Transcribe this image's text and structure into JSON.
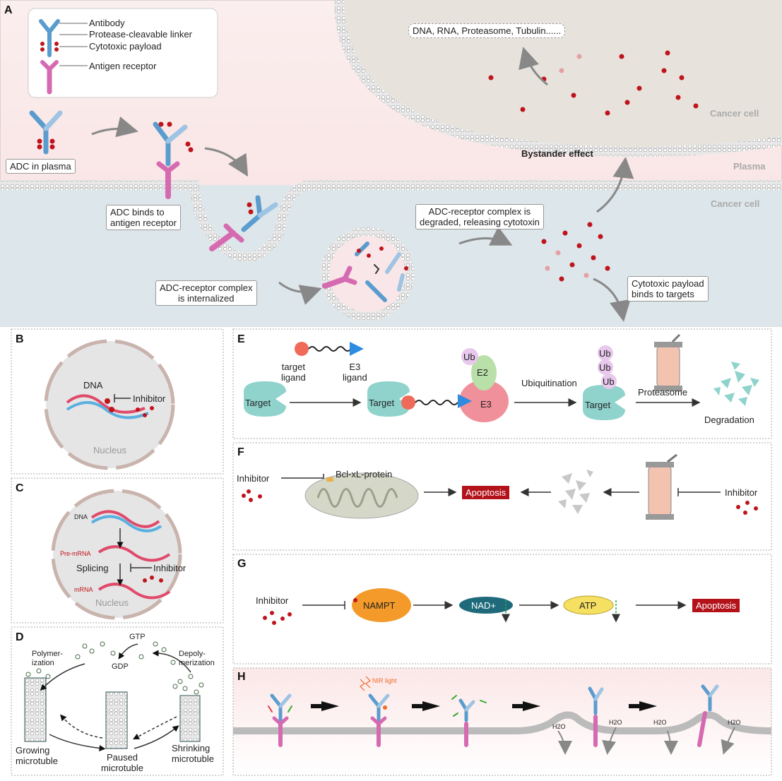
{
  "panels": {
    "A": "A",
    "B": "B",
    "C": "C",
    "D": "D",
    "E": "E",
    "F": "F",
    "G": "G",
    "H": "H"
  },
  "legend": {
    "antibody": "Antibody",
    "linker": "Protease-cleavable linker",
    "payload": "Cytotoxic payload",
    "receptor": "Antigen receptor"
  },
  "panelA": {
    "targets": "DNA, RNA, Proteasome, Tubulin......",
    "cancer_cell_top": "Cancer cell",
    "bystander": "Bystander effect",
    "plasma": "Plasma",
    "cancer_cell_mid": "Cancer cell",
    "adc_in_plasma": "ADC in plasma",
    "adc_binds_1": "ADC binds to",
    "adc_binds_2": "antigen receptor",
    "degraded_1": "ADC-receptor complex is",
    "degraded_2": "degraded, releasing cytotoxin",
    "internalized_1": "ADC-receptor complex",
    "internalized_2": "is internalized",
    "payload_binds_1": "Cytotoxic payload",
    "payload_binds_2": "binds to targets"
  },
  "panelB": {
    "dna": "DNA",
    "inhibitor": "Inhibitor",
    "nucleus": "Nucleus"
  },
  "panelC": {
    "dna": "DNA",
    "premrna": "Pre-mRNA",
    "splicing": "Splicing",
    "inhibitor": "Inhibitor",
    "mrna": "mRNA",
    "nucleus": "Nucleus"
  },
  "panelD": {
    "gtp": "GTP",
    "gdp": "GDP",
    "poly_1": "Polymer-",
    "poly_2": "ization",
    "depoly_1": "Depoly-",
    "depoly_2": "merization",
    "growing_1": "Growing",
    "growing_2": "microtuble",
    "paused_1": "Paused",
    "paused_2": "microtuble",
    "shrinking_1": "Shrinking",
    "shrinking_2": "microtuble"
  },
  "panelE": {
    "target_ligand_1": "target",
    "target_ligand_2": "ligand",
    "e3_ligand_1": "E3",
    "e3_ligand_2": "ligand",
    "target": "Target",
    "ub": "Ub",
    "e2": "E2",
    "e3": "E3",
    "ubiquitination": "Ubiquitination",
    "proteasome": "Proteasome",
    "degradation": "Degradation"
  },
  "panelF": {
    "inhibitor": "Inhibitor",
    "bcl": "Bcl-xL-protein",
    "apoptosis": "Apoptosis"
  },
  "panelG": {
    "inhibitor": "Inhibitor",
    "nampt": "NAMPT",
    "nad": "NAD+",
    "atp": "ATP",
    "apoptosis": "Apoptosis"
  },
  "panelH": {
    "nir": "NIR light",
    "h2o": "H2O"
  },
  "colors": {
    "payload_red": "#c0141c",
    "antibody_blue": "#5b9ccf",
    "receptor_pink": "#d66ab0",
    "apoptosis_red": "#b3121b",
    "target_teal": "#8fd3cc"
  }
}
